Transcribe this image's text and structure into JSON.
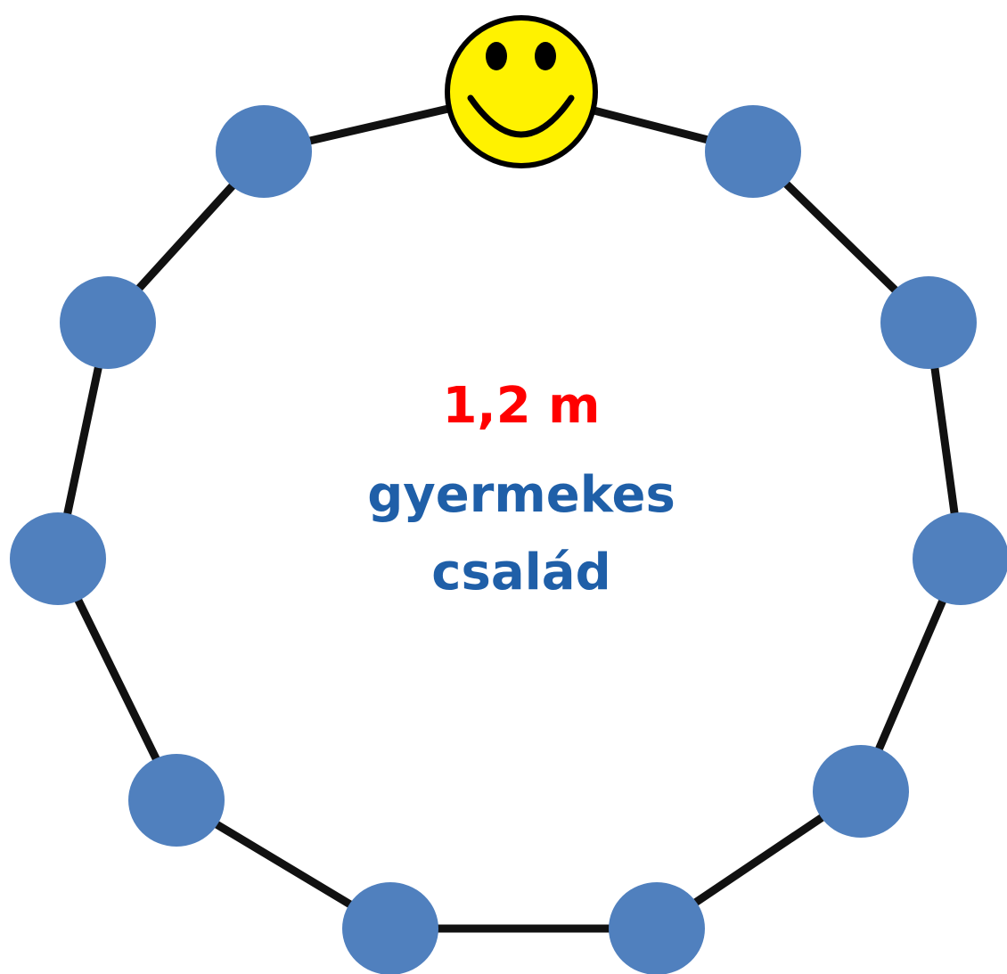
{
  "diagram": {
    "label": {
      "line1": "1,2 m",
      "line2": "gyermekes",
      "line3": "család"
    },
    "colors": {
      "line1": "#ff0000",
      "line2": "#1f5fa8",
      "line3": "#1f5fa8",
      "node_fill": "#5080be",
      "edge": "#111111",
      "smiley_fill": "#fff200",
      "smiley_stroke": "#000000"
    },
    "node_count": 11,
    "smiley_icon": "smiley-face-icon"
  }
}
